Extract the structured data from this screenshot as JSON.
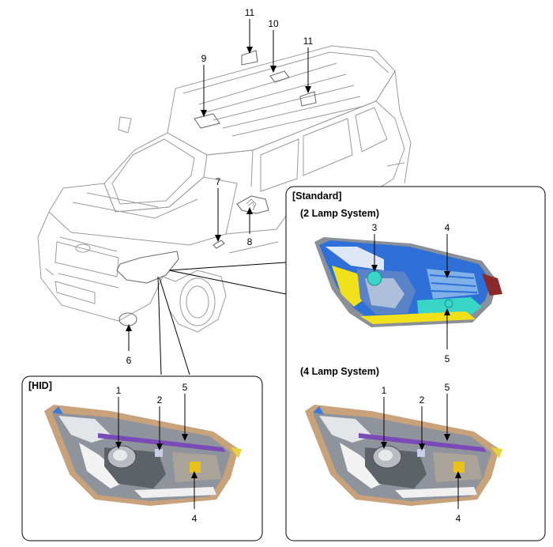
{
  "panels": {
    "standard": {
      "title": "[Standard]",
      "subtitle_top": "(2 Lamp System)",
      "subtitle_bottom": "(4 Lamp System)"
    },
    "hid": {
      "title": "[HID]"
    }
  },
  "callouts": {
    "c1": "1",
    "c2": "2",
    "c3": "3",
    "c4": "4",
    "c5": "5",
    "c6": "6",
    "c7": "7",
    "c8": "8",
    "c9": "9",
    "c10": "10",
    "c11": "11"
  },
  "colors": {
    "lamp_blue": "#2f6fd8",
    "lamp_yellow": "#f2e11a",
    "lamp_cyan": "#39d6c8",
    "housing_tan": "#c7a27a",
    "chrome_gray": "#7c8088",
    "strip_purple": "#7a4bb6",
    "bulb_yellow": "#e8c21a"
  }
}
